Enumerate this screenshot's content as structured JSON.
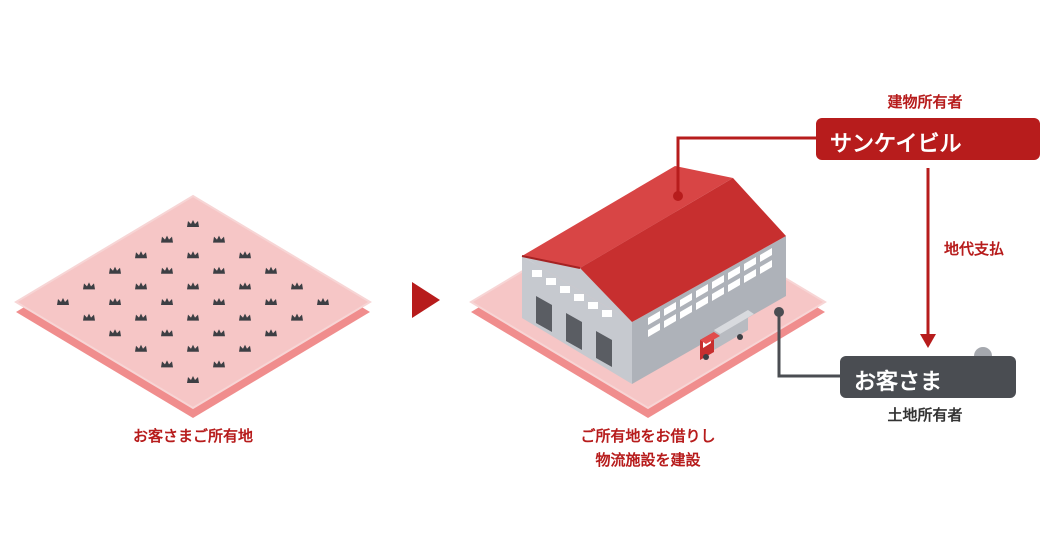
{
  "left": {
    "caption": "お客さまご所有地"
  },
  "center": {
    "caption_line1": "ご所有地をお借りし",
    "caption_line2": "物流施設を建設"
  },
  "owner": {
    "role": "建物所有者",
    "name": "サンケイビル",
    "icon": "person-suit-icon"
  },
  "customer": {
    "role": "土地所有者",
    "name": "お客さま",
    "icon": "person-icon"
  },
  "payment": {
    "label": "地代支払"
  },
  "colors": {
    "accent": "#b71c1c",
    "ground": "#f4c3c3",
    "roof": "#d93a3a",
    "dark_badge": "#4a4d52",
    "building": "#c9ccd1"
  }
}
